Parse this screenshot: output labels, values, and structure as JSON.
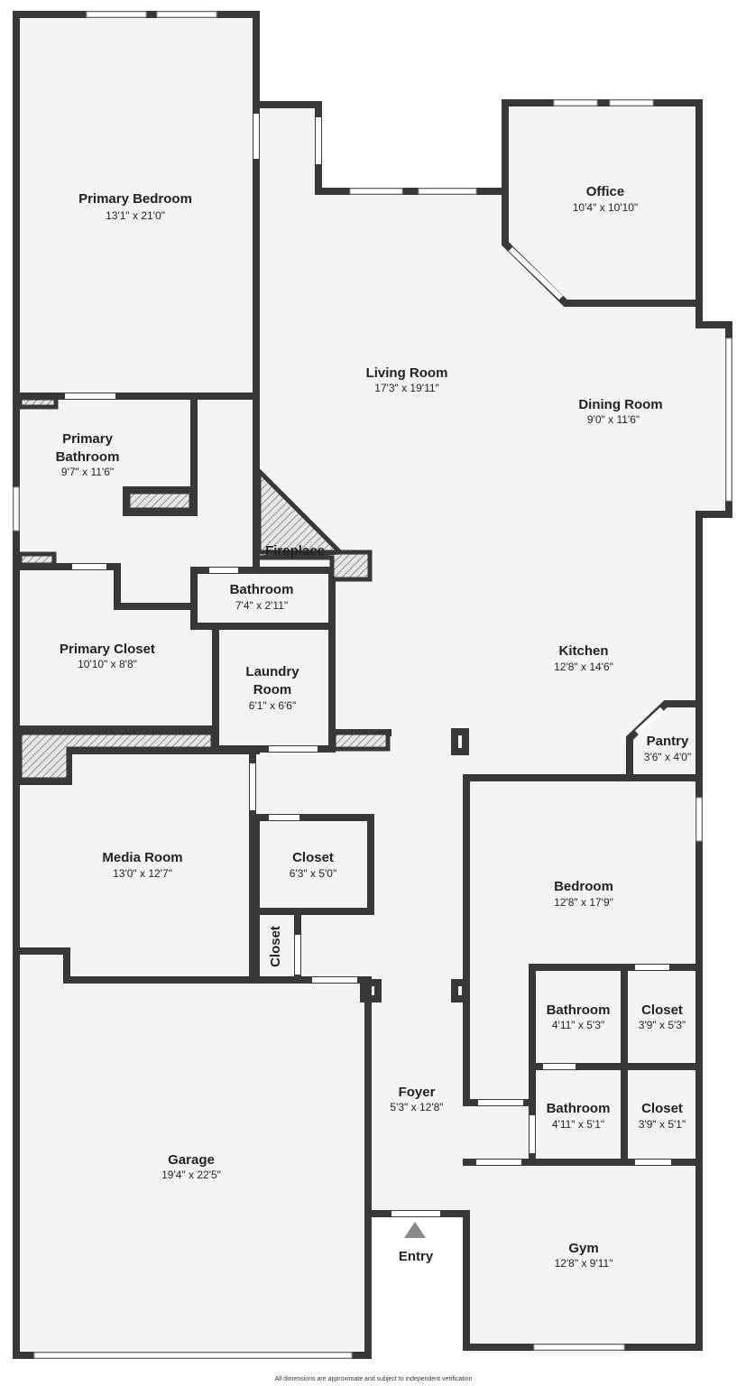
{
  "rooms": [
    {
      "id": "primary-bedroom",
      "name": "Primary Bedroom",
      "dims": "13'1\" x 21'0\""
    },
    {
      "id": "living-room",
      "name": "Living Room",
      "dims": "17'3\" x 19'11\""
    },
    {
      "id": "office",
      "name": "Office",
      "dims": "10'4\" x 10'10\""
    },
    {
      "id": "dining-room",
      "name": "Dining Room",
      "dims": "9'0\" x 11'6\""
    },
    {
      "id": "primary-bathroom",
      "name_line1": "Primary",
      "name_line2": "Bathroom",
      "dims": "9'7\" x 11'6\""
    },
    {
      "id": "bathroom-small",
      "name": "Bathroom",
      "dims": "7'4\" x 2'11\""
    },
    {
      "id": "primary-closet",
      "name": "Primary Closet",
      "dims": "10'10\" x 8'8\""
    },
    {
      "id": "laundry-room",
      "name_line1": "Laundry",
      "name_line2": "Room",
      "dims": "6'1\" x 6'6\""
    },
    {
      "id": "kitchen",
      "name": "Kitchen",
      "dims": "12'8\" x 14'6\""
    },
    {
      "id": "pantry",
      "name": "Pantry",
      "dims": "3'6\" x 4'0\""
    },
    {
      "id": "media-room",
      "name": "Media Room",
      "dims": "13'0\" x 12'7\""
    },
    {
      "id": "closet-hall",
      "name": "Closet",
      "dims": "6'3\" x 5'0\""
    },
    {
      "id": "closet-vertical",
      "name": "Closet"
    },
    {
      "id": "bedroom",
      "name": "Bedroom",
      "dims": "12'8\" x 17'9\""
    },
    {
      "id": "bathroom-upper",
      "name": "Bathroom",
      "dims": "4'11\" x 5'3\""
    },
    {
      "id": "closet-upper",
      "name": "Closet",
      "dims": "3'9\" x 5'3\""
    },
    {
      "id": "bathroom-lower",
      "name": "Bathroom",
      "dims": "4'11\" x 5'1\""
    },
    {
      "id": "closet-lower",
      "name": "Closet",
      "dims": "3'9\" x 5'1\""
    },
    {
      "id": "foyer",
      "name": "Foyer",
      "dims": "5'3\" x 12'8\""
    },
    {
      "id": "garage",
      "name": "Garage",
      "dims": "19'4\" x 22'5\""
    },
    {
      "id": "gym",
      "name": "Gym",
      "dims": "12'8\" x 9'11\""
    }
  ],
  "labels": {
    "fireplace": "Fireplace",
    "entry": "Entry",
    "disclaimer": "All dimensions are approximate and subject to independent verification"
  }
}
